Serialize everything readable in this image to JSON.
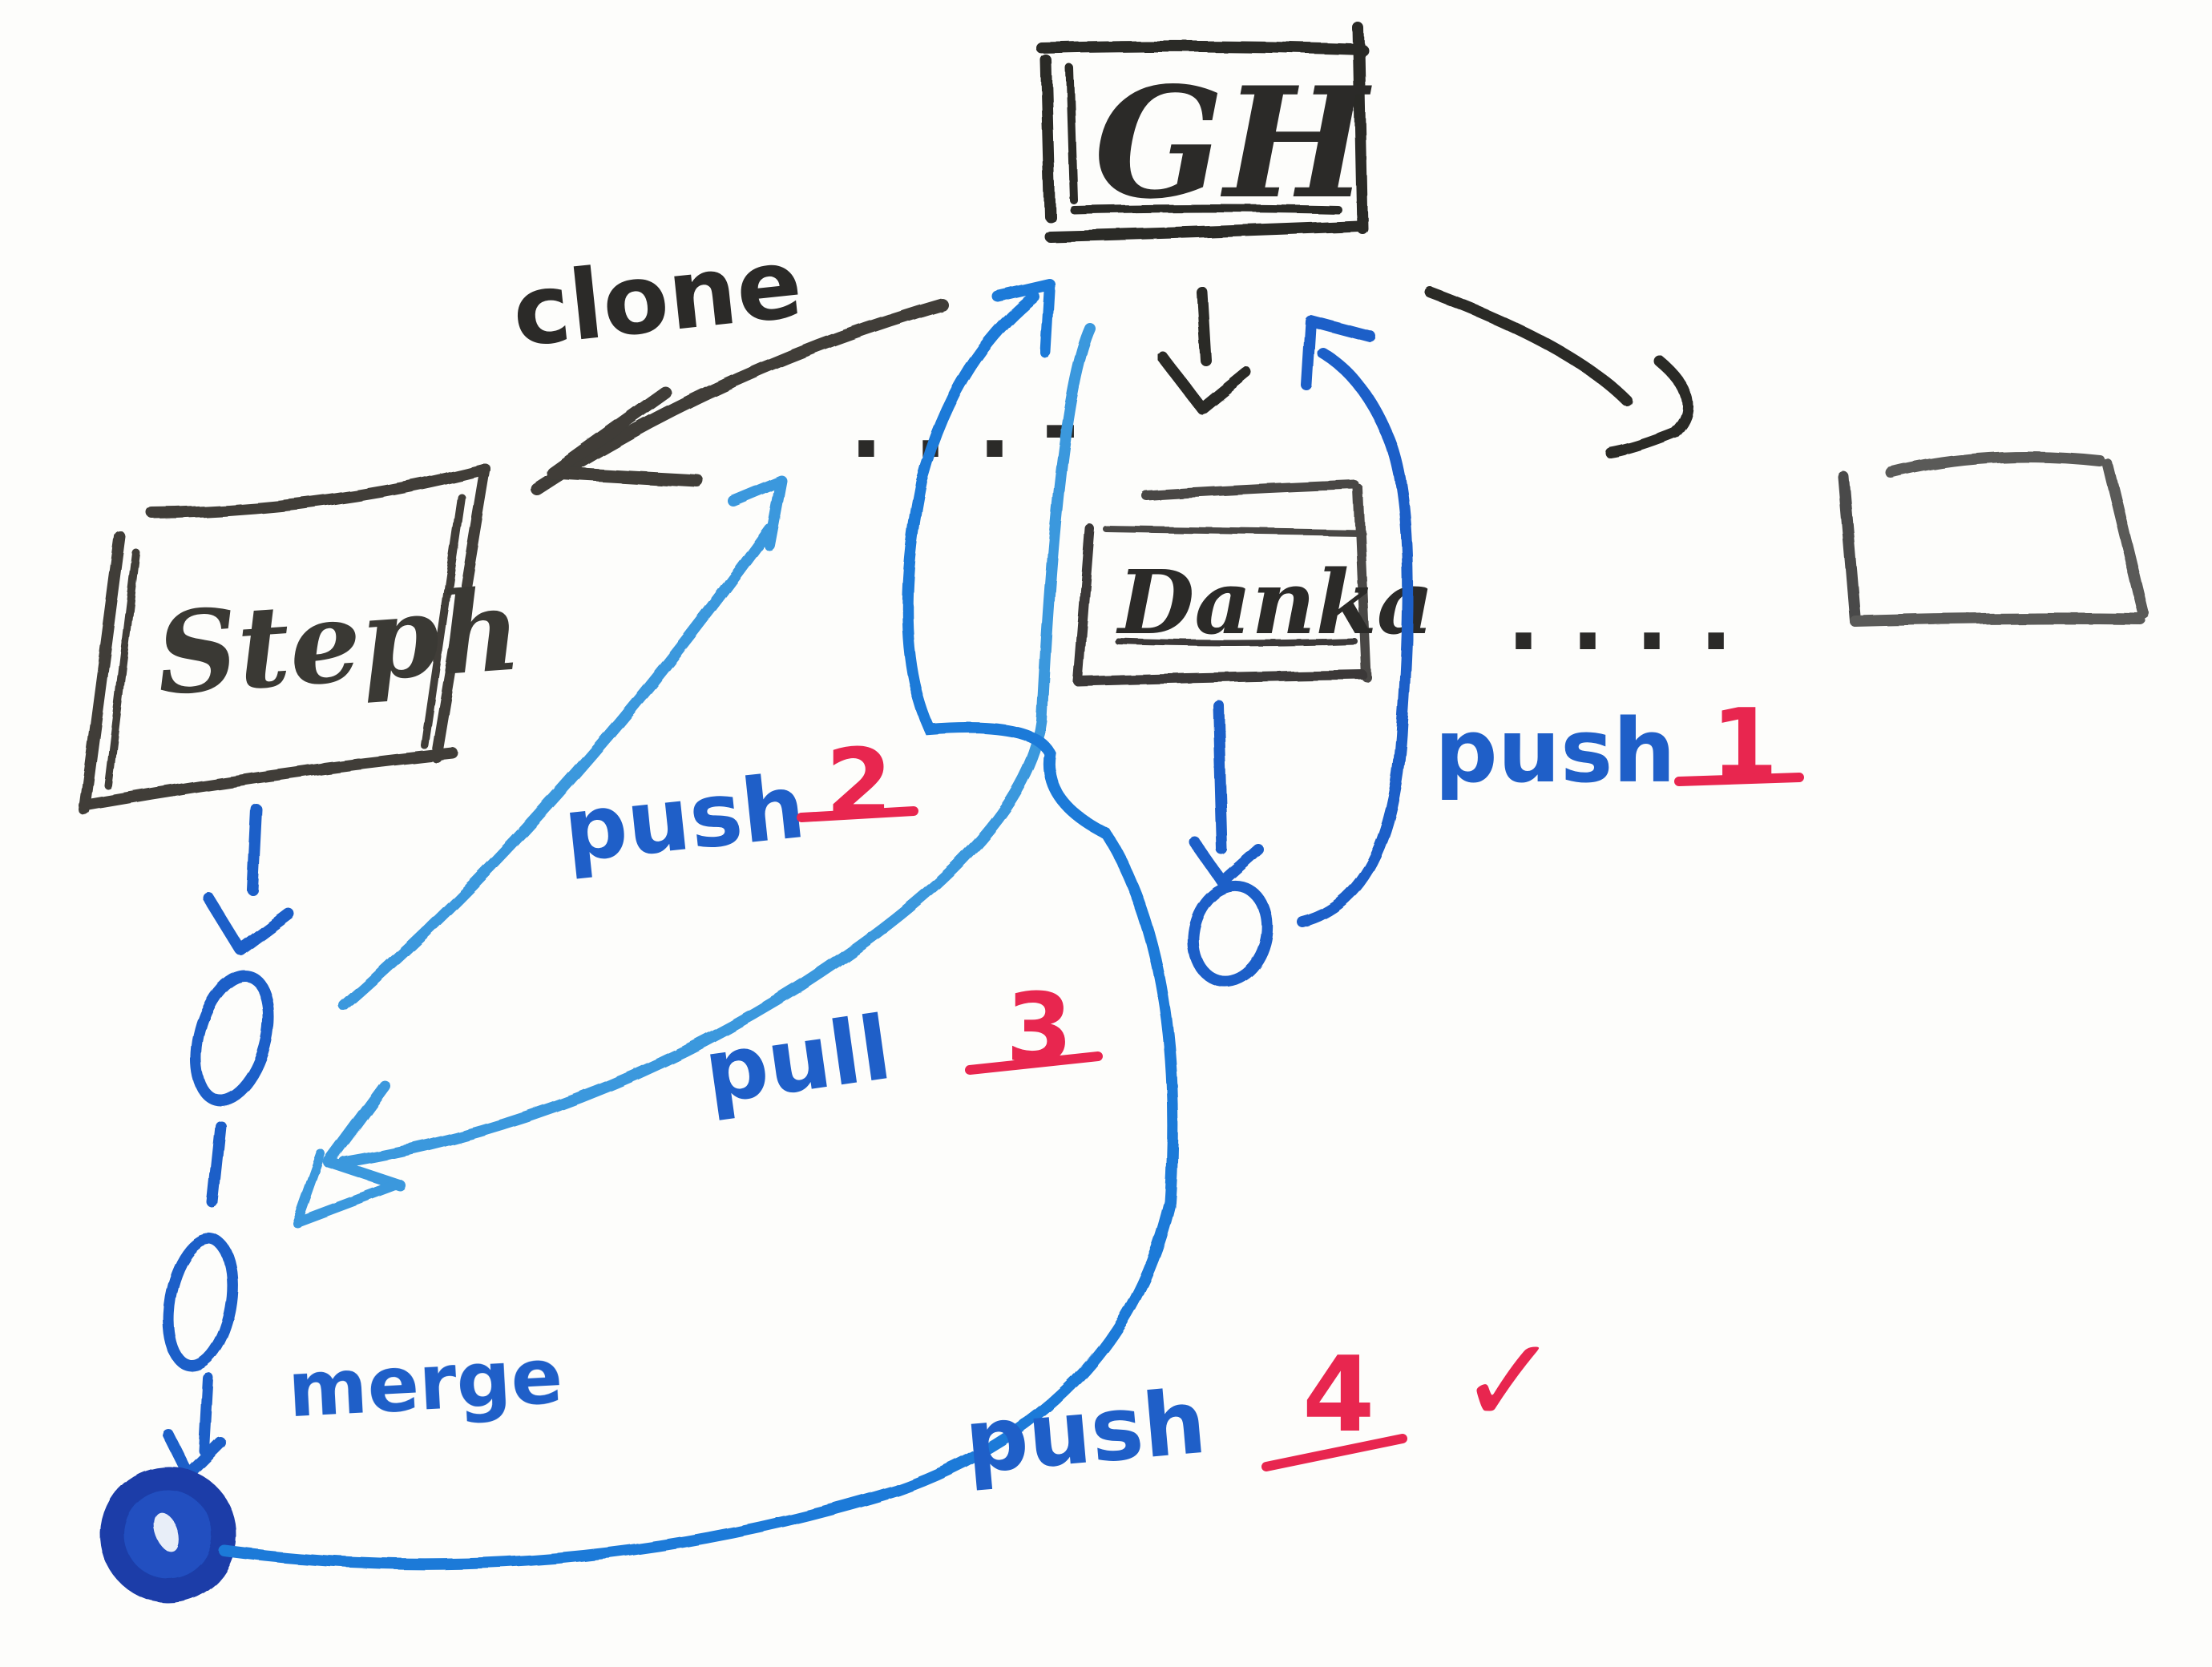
{
  "colors": {
    "black_marker": "#2b2a28",
    "gray_marker": "#4a4a46",
    "blue_marker": "#1f5fc8",
    "light_blue_marker": "#3a98dd",
    "dark_blue_marker": "#1a3ea8",
    "red_marker": "#e8264f",
    "board": "#fdfdfb"
  },
  "nodes": {
    "gh": "GH",
    "steph": "Steph",
    "danka": "Danka"
  },
  "labels": {
    "clone": "clone",
    "merge": "merge",
    "push1_word": "push",
    "push1_num": "1",
    "push2_word": "push",
    "push2_num": "2",
    "pull3_word": "pull",
    "pull3_num": "3",
    "push4_word": "push",
    "push4_num": "4",
    "check": "✓"
  },
  "ellipsis": {
    "middle": ". . . -",
    "right": ". . . ."
  }
}
